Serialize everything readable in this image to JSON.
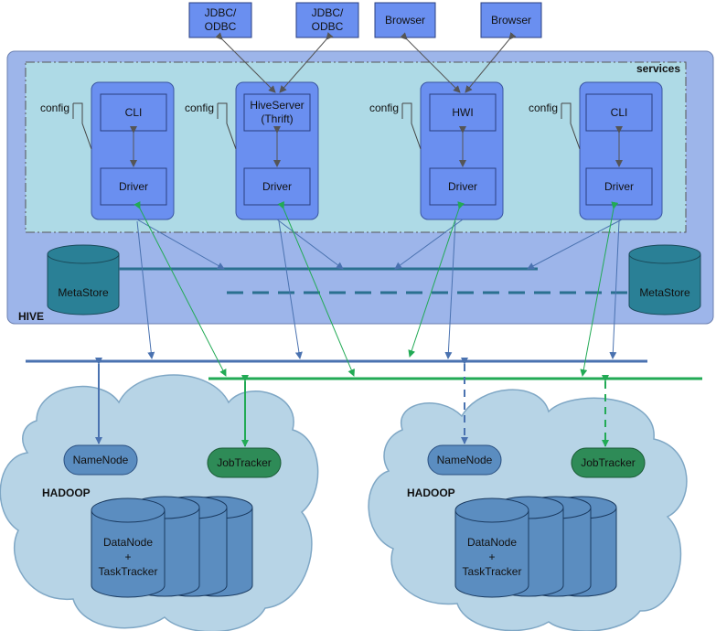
{
  "clients": [
    {
      "id": "jdbc1",
      "label": [
        "JDBC/",
        "ODBC"
      ]
    },
    {
      "id": "jdbc2",
      "label": [
        "JDBC/",
        "ODBC"
      ]
    },
    {
      "id": "browser1",
      "label": [
        "Browser"
      ]
    },
    {
      "id": "browser2",
      "label": [
        "Browser"
      ]
    }
  ],
  "hive": {
    "label": "HIVE",
    "services_label": "services",
    "config_label": "config",
    "driver_label": "Driver",
    "stacks": [
      {
        "id": "cli1",
        "top": [
          "CLI"
        ]
      },
      {
        "id": "hiveserver",
        "top": [
          "HiveServer",
          "(Thrift)"
        ]
      },
      {
        "id": "hwi",
        "top": [
          "HWI"
        ]
      },
      {
        "id": "cli2",
        "top": [
          "CLI"
        ]
      }
    ],
    "metastore_label": "MetaStore"
  },
  "hadoop": {
    "label": "HADOOP",
    "namenode_label": "NameNode",
    "jobtracker_label": "JobTracker",
    "datanode_label": [
      "DataNode",
      "+",
      "TaskTracker"
    ]
  },
  "colors": {
    "client_fill": "#6a8ff0",
    "hive_fill": "#9db5ea",
    "services_fill": "#aedae6",
    "stack_fill": "#6a8ff0",
    "metastore_fill": "#2a8096",
    "cloud_fill": "#b7d4e6",
    "namenode_fill": "#5b8dc0",
    "jobtracker_fill": "#2e8b57",
    "datanode_fill": "#5b8dc0",
    "blue_line": "#4a72b0",
    "green_line": "#22aa55",
    "teal_line": "#2a7090"
  }
}
